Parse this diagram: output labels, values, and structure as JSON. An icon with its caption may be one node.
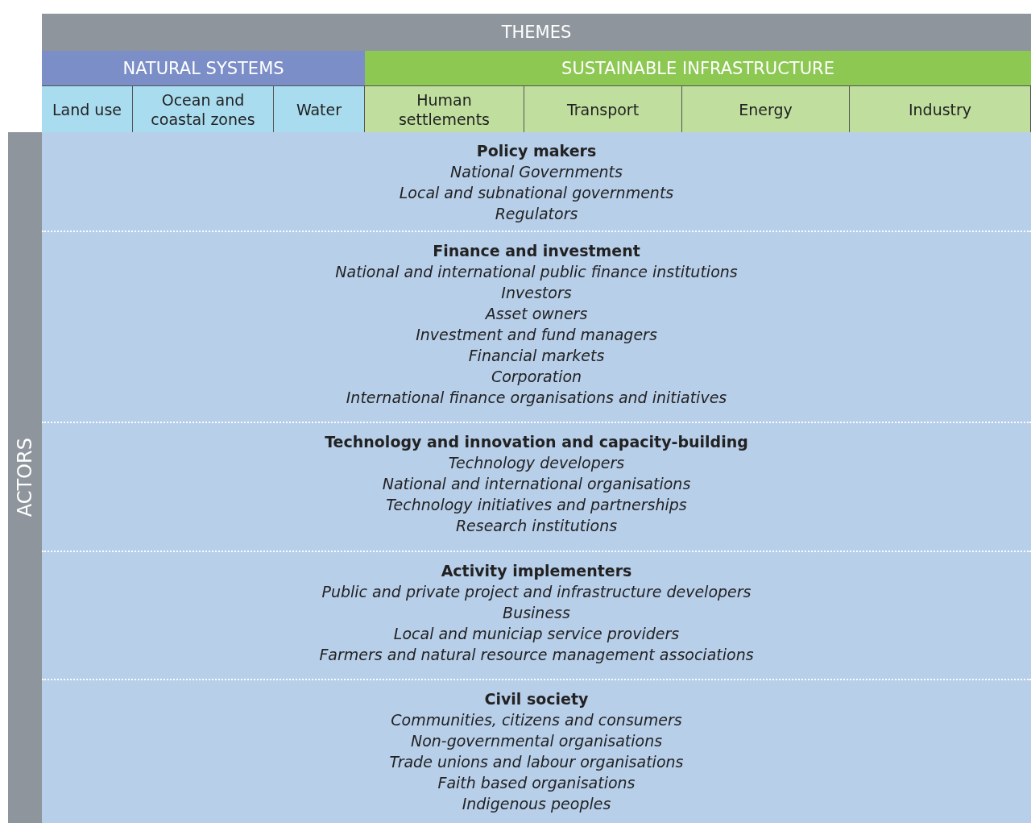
{
  "diagram": {
    "nodes": [
      {
        "text": [
          "THEMES"
        ]
      },
      {
        "text": [
          "NATURAL SYSTEMS"
        ]
      },
      {
        "text": [
          "SUSTAINABLE INFRASTRUCTURE"
        ]
      },
      {
        "text": [
          "Land use"
        ]
      },
      {
        "text": [
          "Ocean and coastal zones"
        ]
      },
      {
        "text": [
          "Water"
        ]
      },
      {
        "text": [
          "Human settlements"
        ]
      },
      {
        "text": [
          "Transport"
        ]
      },
      {
        "text": [
          "Energy"
        ]
      },
      {
        "text": [
          "Industry"
        ]
      },
      {
        "text": [
          "ACTORS"
        ]
      },
      {
        "text": [
          "Policy makers",
          "National Governments",
          "Local and subnational governments",
          "Regulators"
        ]
      },
      {
        "text": [
          "Finance and investment",
          "National and international public finance institutions",
          "Investors",
          "Asset owners",
          "Investment and fund managers",
          "Financial markets",
          "Corporation",
          "International finance organisations and initiatives"
        ]
      },
      {
        "text": [
          "Technology and innovation and capacity-building",
          "Technology developers",
          "National and international organisations",
          "Technology initiatives and partnerships",
          "Research institutions"
        ]
      },
      {
        "text": [
          "Activity implementers",
          "Public and private project and infrastructure developers",
          "Business",
          "Local and municiap service providers",
          "Farmers and natural resource management associations"
        ]
      },
      {
        "text": [
          "Civil society",
          "Communities, citizens and consumers",
          "Non-governmental organisations",
          "Trade unions and labour organisations",
          "Faith based organisations",
          "Indigenous peoples"
        ]
      }
    ],
    "edges": []
  }
}
